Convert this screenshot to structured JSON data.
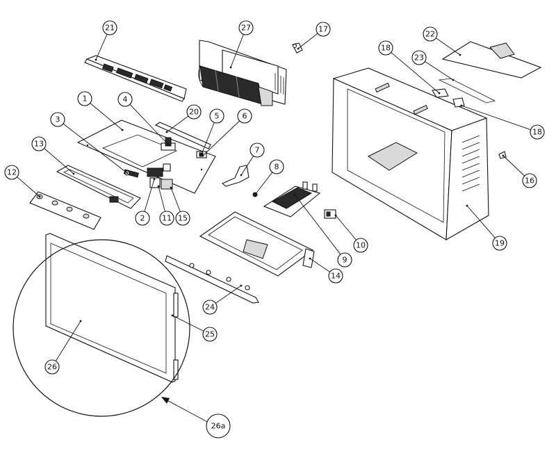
{
  "diagram": {
    "type": "exploded-parts-diagram",
    "callouts": [
      {
        "id": "1",
        "label": "1"
      },
      {
        "id": "2",
        "label": "2"
      },
      {
        "id": "3",
        "label": "3"
      },
      {
        "id": "4",
        "label": "4"
      },
      {
        "id": "5",
        "label": "5"
      },
      {
        "id": "6",
        "label": "6"
      },
      {
        "id": "7",
        "label": "7"
      },
      {
        "id": "8",
        "label": "8"
      },
      {
        "id": "9",
        "label": "9"
      },
      {
        "id": "10",
        "label": "10"
      },
      {
        "id": "11",
        "label": "11"
      },
      {
        "id": "12",
        "label": "12"
      },
      {
        "id": "13",
        "label": "13"
      },
      {
        "id": "14",
        "label": "14"
      },
      {
        "id": "15",
        "label": "15"
      },
      {
        "id": "16",
        "label": "16"
      },
      {
        "id": "17",
        "label": "17"
      },
      {
        "id": "18a",
        "label": "18"
      },
      {
        "id": "18b",
        "label": "18"
      },
      {
        "id": "19",
        "label": "19"
      },
      {
        "id": "20",
        "label": "20"
      },
      {
        "id": "21",
        "label": "21"
      },
      {
        "id": "22",
        "label": "22"
      },
      {
        "id": "23",
        "label": "23"
      },
      {
        "id": "24",
        "label": "24"
      },
      {
        "id": "25",
        "label": "25"
      },
      {
        "id": "26",
        "label": "26"
      },
      {
        "id": "26a",
        "label": "26a"
      },
      {
        "id": "27",
        "label": "27"
      }
    ]
  }
}
